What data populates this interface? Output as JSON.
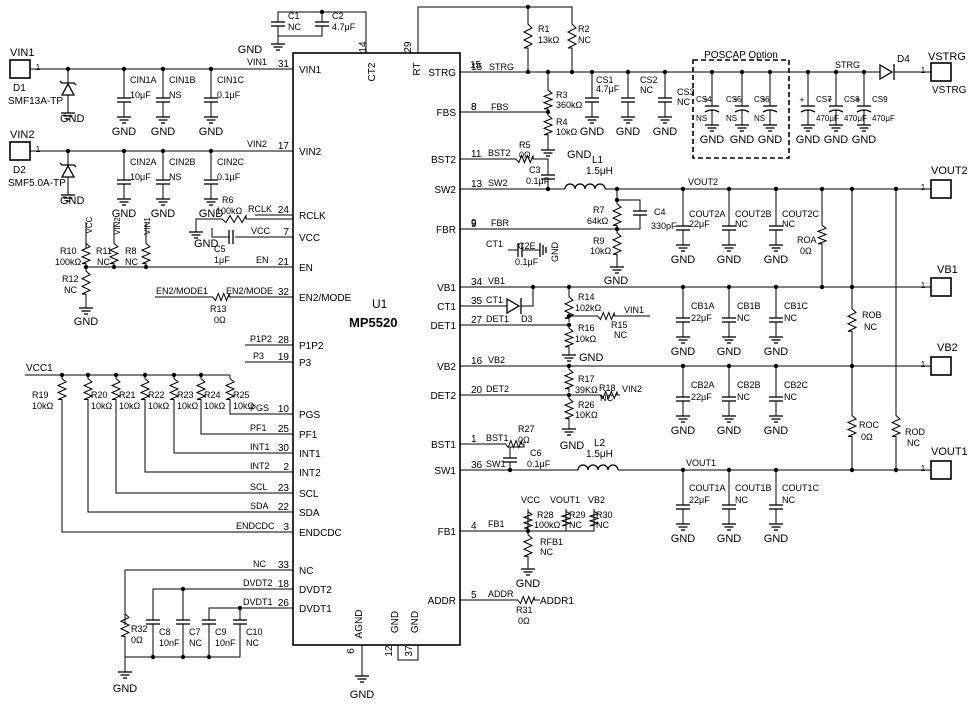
{
  "chip": {
    "designator": "U1",
    "part": "MP5520",
    "pins_left": [
      {
        "num": "31",
        "name": "VIN1",
        "net": "VIN1"
      },
      {
        "num": "17",
        "name": "VIN2",
        "net": "VIN2"
      },
      {
        "num": "24",
        "name": "RCLK",
        "net": "RCLK"
      },
      {
        "num": "7",
        "name": "VCC",
        "net": "VCC"
      },
      {
        "num": "21",
        "name": "EN",
        "net": "EN"
      },
      {
        "num": "32",
        "name": "EN2/MODE",
        "net": "EN2/MODE"
      },
      {
        "num": "28",
        "name": "P1P2",
        "net": "P1P2"
      },
      {
        "num": "19",
        "name": "P3",
        "net": "P3"
      },
      {
        "num": "10",
        "name": "PGS",
        "net": "PGS"
      },
      {
        "num": "25",
        "name": "PF1",
        "net": "PF1"
      },
      {
        "num": "30",
        "name": "INT1",
        "net": "INT1"
      },
      {
        "num": "2",
        "name": "INT2",
        "net": "INT2"
      },
      {
        "num": "23",
        "name": "SCL",
        "net": "SCL"
      },
      {
        "num": "22",
        "name": "SDA",
        "net": "SDA"
      },
      {
        "num": "3",
        "name": "ENDCDC",
        "net": "ENDCDC"
      },
      {
        "num": "33",
        "name": "NC",
        "net": "NC"
      },
      {
        "num": "18",
        "name": "DVDT2",
        "net": "DVDT2"
      },
      {
        "num": "26",
        "name": "DVDT1",
        "net": "DVDT1"
      }
    ],
    "pins_right": [
      {
        "num": "15",
        "name": "STRG",
        "net": "STRG"
      },
      {
        "num": "8",
        "name": "FBS",
        "net": "FBS"
      },
      {
        "num": "11",
        "name": "BST2",
        "net": "BST2"
      },
      {
        "num": "13",
        "name": "SW2",
        "net": "SW2"
      },
      {
        "num": "9",
        "name": "FBR",
        "net": "FBR"
      },
      {
        "num": "34",
        "name": "VB1",
        "net": "VB1"
      },
      {
        "num": "35",
        "name": "CT1",
        "net": "CT1"
      },
      {
        "num": "27",
        "name": "DET1",
        "net": "DET1"
      },
      {
        "num": "16",
        "name": "VB2",
        "net": "VB2"
      },
      {
        "num": "20",
        "name": "DET2",
        "net": "DET2"
      },
      {
        "num": "1",
        "name": "BST1",
        "net": "BST1"
      },
      {
        "num": "36",
        "name": "SW1",
        "net": "SW1"
      },
      {
        "num": "4",
        "name": "FB1",
        "net": "FB1"
      },
      {
        "num": "5",
        "name": "ADDR",
        "net": "ADDR"
      }
    ],
    "pins_top": [
      {
        "num": "14",
        "name": "CT2",
        "net": "CT2"
      },
      {
        "num": "29",
        "name": "RT",
        "net": "RT"
      }
    ],
    "pins_bottom": [
      {
        "num": "6",
        "name": "AGND"
      },
      {
        "num": "12",
        "name": "GND"
      },
      {
        "num": "37",
        "name": "GND"
      }
    ]
  },
  "connectors": [
    {
      "ref": "VIN1",
      "pin": "1"
    },
    {
      "ref": "VIN2",
      "pin": "1"
    },
    {
      "ref": "VSTRG",
      "pin": "1",
      "net": "VSTRG"
    },
    {
      "ref": "VOUT2",
      "pin": "1"
    },
    {
      "ref": "VB1",
      "pin": "1"
    },
    {
      "ref": "VB2",
      "pin": "1"
    },
    {
      "ref": "VOUT1",
      "pin": "1"
    }
  ],
  "components": {
    "C1": {
      "ref": "C1",
      "value": "NC"
    },
    "C2": {
      "ref": "C2",
      "value": "4.7μF"
    },
    "D1": {
      "ref": "D1",
      "value": "SMF13A-TP"
    },
    "D2": {
      "ref": "D2",
      "value": "SMF5.0A-TP"
    },
    "CIN1A": {
      "ref": "CIN1A",
      "value": "10μF"
    },
    "CIN1B": {
      "ref": "CIN1B",
      "value": "NS"
    },
    "CIN1C": {
      "ref": "CIN1C",
      "value": "0.1μF"
    },
    "CIN2A": {
      "ref": "CIN2A",
      "value": "10μF"
    },
    "CIN2B": {
      "ref": "CIN2B",
      "value": "NS"
    },
    "CIN2C": {
      "ref": "CIN2C",
      "value": "0.1μF"
    },
    "R6": {
      "ref": "R6",
      "value": "100kΩ"
    },
    "C5": {
      "ref": "C5",
      "value": "1μF"
    },
    "R10": {
      "ref": "R10",
      "value": "100kΩ"
    },
    "R11": {
      "ref": "R11",
      "value": "NC"
    },
    "R8": {
      "ref": "R8",
      "value": "NC"
    },
    "R12": {
      "ref": "R12",
      "value": "NC"
    },
    "R13": {
      "ref": "R13",
      "value": "0Ω"
    },
    "R19": {
      "ref": "R19",
      "value": "10kΩ"
    },
    "R20": {
      "ref": "R20",
      "value": "10kΩ"
    },
    "R21": {
      "ref": "R21",
      "value": "10kΩ"
    },
    "R22": {
      "ref": "R22",
      "value": "10kΩ"
    },
    "R23": {
      "ref": "R23",
      "value": "10kΩ"
    },
    "R24": {
      "ref": "R24",
      "value": "10kΩ"
    },
    "R25": {
      "ref": "R25",
      "value": "10kΩ"
    },
    "R32": {
      "ref": "R32",
      "value": "0Ω"
    },
    "C8": {
      "ref": "C8",
      "value": "10nF"
    },
    "C7": {
      "ref": "C7",
      "value": "NC"
    },
    "C9": {
      "ref": "C9",
      "value": "10nF"
    },
    "C10": {
      "ref": "C10",
      "value": "NC"
    },
    "R1": {
      "ref": "R1",
      "value": "13kΩ"
    },
    "R2": {
      "ref": "R2",
      "value": "NC"
    },
    "R3": {
      "ref": "R3",
      "value": "360kΩ"
    },
    "R4": {
      "ref": "R4",
      "value": "10kΩ"
    },
    "CS1": {
      "ref": "CS1",
      "value": "4.7μF"
    },
    "CS2": {
      "ref": "CS2",
      "value": "NC"
    },
    "CS3": {
      "ref": "CS3",
      "value": "NC"
    },
    "CS4": {
      "ref": "CS4",
      "value": "NS"
    },
    "CS5": {
      "ref": "CS5",
      "value": "NS"
    },
    "CS6": {
      "ref": "CS6",
      "value": "NS"
    },
    "CS7": {
      "ref": "CS7",
      "value": "470μF"
    },
    "CS8": {
      "ref": "CS8",
      "value": "470μF"
    },
    "CS9": {
      "ref": "CS9",
      "value": "470μF"
    },
    "D4": {
      "ref": "D4"
    },
    "R5": {
      "ref": "R5",
      "value": "0Ω"
    },
    "C3": {
      "ref": "C3",
      "value": "0.1μF"
    },
    "L1": {
      "ref": "L1",
      "value": "1.5μH"
    },
    "R7": {
      "ref": "R7",
      "value": "64kΩ"
    },
    "C4": {
      "ref": "C4",
      "value": "330pF"
    },
    "R9": {
      "ref": "R9",
      "value": "10kΩ"
    },
    "C2E": {
      "ref": "C2E",
      "value": "0.1μF"
    },
    "COUT2A": {
      "ref": "COUT2A",
      "value": "22μF"
    },
    "COUT2B": {
      "ref": "COUT2B",
      "value": "NC"
    },
    "COUT2C": {
      "ref": "COUT2C",
      "value": "NC"
    },
    "ROA": {
      "ref": "ROA",
      "value": "0Ω"
    },
    "D3": {
      "ref": "D3"
    },
    "R14": {
      "ref": "R14",
      "value": "102kΩ"
    },
    "R15": {
      "ref": "R15",
      "value": "NC"
    },
    "R16": {
      "ref": "R16",
      "value": "10kΩ"
    },
    "CB1A": {
      "ref": "CB1A",
      "value": "22μF"
    },
    "CB1B": {
      "ref": "CB1B",
      "value": "NC"
    },
    "CB1C": {
      "ref": "CB1C",
      "value": "NC"
    },
    "ROB": {
      "ref": "ROB",
      "value": "NC"
    },
    "R17": {
      "ref": "R17",
      "value": "39KΩ"
    },
    "R18": {
      "ref": "R18",
      "value": "NC"
    },
    "R26": {
      "ref": "R26",
      "value": "10KΩ"
    },
    "CB2A": {
      "ref": "CB2A",
      "value": "22μF"
    },
    "CB2B": {
      "ref": "CB2B",
      "value": "NC"
    },
    "CB2C": {
      "ref": "CB2C",
      "value": "NC"
    },
    "ROC": {
      "ref": "ROC",
      "value": "0Ω"
    },
    "ROD": {
      "ref": "ROD",
      "value": "NC"
    },
    "R27": {
      "ref": "R27",
      "value": "0Ω"
    },
    "C6": {
      "ref": "C6",
      "value": "0.1μF"
    },
    "L2": {
      "ref": "L2",
      "value": "1.5μH"
    },
    "COUT1A": {
      "ref": "COUT1A",
      "value": "22μF"
    },
    "COUT1B": {
      "ref": "COUT1B",
      "value": "NC"
    },
    "COUT1C": {
      "ref": "COUT1C",
      "value": "NC"
    },
    "R28": {
      "ref": "R28",
      "value": "100kΩ"
    },
    "R29": {
      "ref": "R29",
      "value": "NC"
    },
    "R30": {
      "ref": "R30",
      "value": "NC"
    },
    "RFB1": {
      "ref": "RFB1",
      "value": "NC"
    },
    "R31": {
      "ref": "R31",
      "value": "0Ω"
    }
  },
  "nets": {
    "gnd": "GND",
    "vcc": "VCC",
    "vcc1": "VCC1",
    "vin1": "VIN1",
    "vin2": "VIN2",
    "strg": "STRG",
    "fbs": "FBS",
    "bst2": "BST2",
    "sw2": "SW2",
    "fbr": "FBR",
    "vout2": "VOUT2",
    "ct1": "CT1",
    "vb1": "VB1",
    "det1": "DET1",
    "vb2": "VB2",
    "det2": "DET2",
    "bst1": "BST1",
    "sw1": "SW1",
    "vout1": "VOUT1",
    "fb1": "FB1",
    "addr": "ADDR",
    "addr1": "ADDR1",
    "rclk": "RCLK",
    "en": "EN",
    "en2mode": "EN2/MODE",
    "en2mode1": "EN2/MODE1",
    "p1p2": "P1P2",
    "p3": "P3",
    "pgs": "PGS",
    "pf1": "PF1",
    "int1": "INT1",
    "int2": "INT2",
    "scl": "SCL",
    "sda": "SDA",
    "endcdc": "ENDCDC",
    "nc": "NC",
    "dvdt2": "DVDT2",
    "dvdt1": "DVDT1",
    "ct2": "CT2",
    "rt": "RT"
  },
  "poscap_label": "POSCAP Option"
}
